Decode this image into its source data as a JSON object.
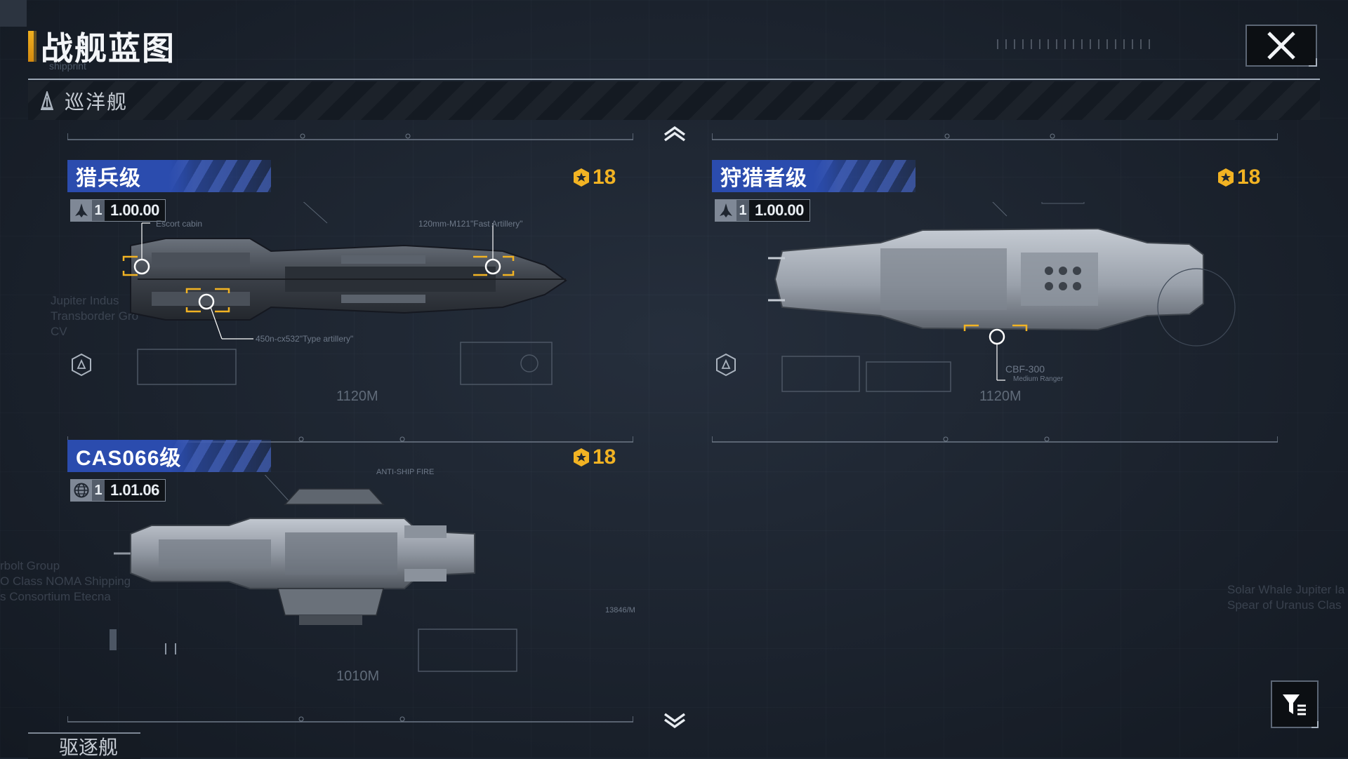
{
  "header": {
    "title": "战舰蓝图",
    "subtitle": "shipprint"
  },
  "category": {
    "label": "巡洋舰",
    "icon": "cruiser-icon"
  },
  "colors": {
    "accent": "#f2b323",
    "plate_blue": "#2a4aa6",
    "background": "#1e2632"
  },
  "ships": [
    {
      "name": "猎兵级",
      "count": "1",
      "version": "1.00.00",
      "cost": "18",
      "length": "1120M",
      "callouts": [
        "Escort cabin",
        "120mm-M121\"Fast Artillery\"",
        "450n-cx532\"Type artillery\""
      ]
    },
    {
      "name": "狩猎者级",
      "count": "1",
      "version": "1.00.00",
      "cost": "18",
      "length": "1120M",
      "callouts": [
        "CBF-300",
        "Medium Ranger"
      ]
    },
    {
      "name": "CAS066级",
      "count": "1",
      "version": "1.01.06",
      "cost": "18",
      "length": "1010M",
      "callouts": [
        "ANTI-SHIP FIRE",
        "13846/M"
      ]
    }
  ],
  "bottom_tab": {
    "label": "驱逐舰"
  },
  "background_text": {
    "left": [
      "Jupiter Indus",
      "Transborder Gro",
      "CV",
      "rbolt Group",
      "O Class NOMA Shipping",
      "s Consortium Etecna"
    ],
    "right": [
      "Solar Whale Jupiter Ia",
      "Spear of Uranus Clas"
    ]
  }
}
